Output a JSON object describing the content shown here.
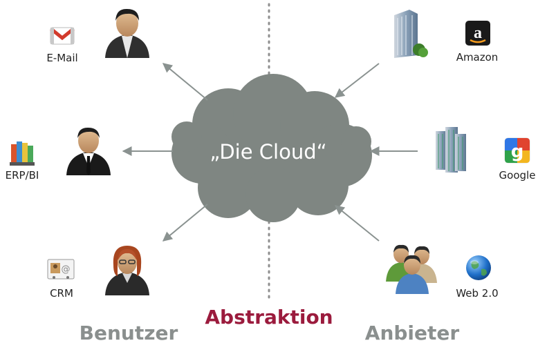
{
  "cloud": {
    "label": "„Die Cloud“"
  },
  "center": {
    "label": "Abstraktion"
  },
  "left": {
    "heading": "Benutzer",
    "services": [
      {
        "label": "E-Mail",
        "icon": "gmail-icon"
      },
      {
        "label": "ERP/BI",
        "icon": "binders-icon"
      },
      {
        "label": "CRM",
        "icon": "contact-card-icon"
      }
    ],
    "users": [
      {
        "icon": "user-casual-icon"
      },
      {
        "icon": "user-businessman-icon"
      },
      {
        "icon": "user-woman-icon"
      }
    ]
  },
  "right": {
    "heading": "Anbieter",
    "providers": [
      {
        "label": "Amazon",
        "icon": "amazon-icon"
      },
      {
        "label": "Google",
        "icon": "google-icon"
      },
      {
        "label": "Web 2.0",
        "icon": "globe-icon"
      }
    ],
    "buildings": [
      {
        "icon": "office-building-icon"
      },
      {
        "icon": "datacenter-towers-icon"
      },
      {
        "icon": "user-group-icon"
      }
    ]
  },
  "colors": {
    "cloud": "#7f8682",
    "arrow": "#8a9290",
    "heading": "#8a8f8e",
    "accent": "#9b1b3d",
    "divider": "#8f8f8f"
  }
}
